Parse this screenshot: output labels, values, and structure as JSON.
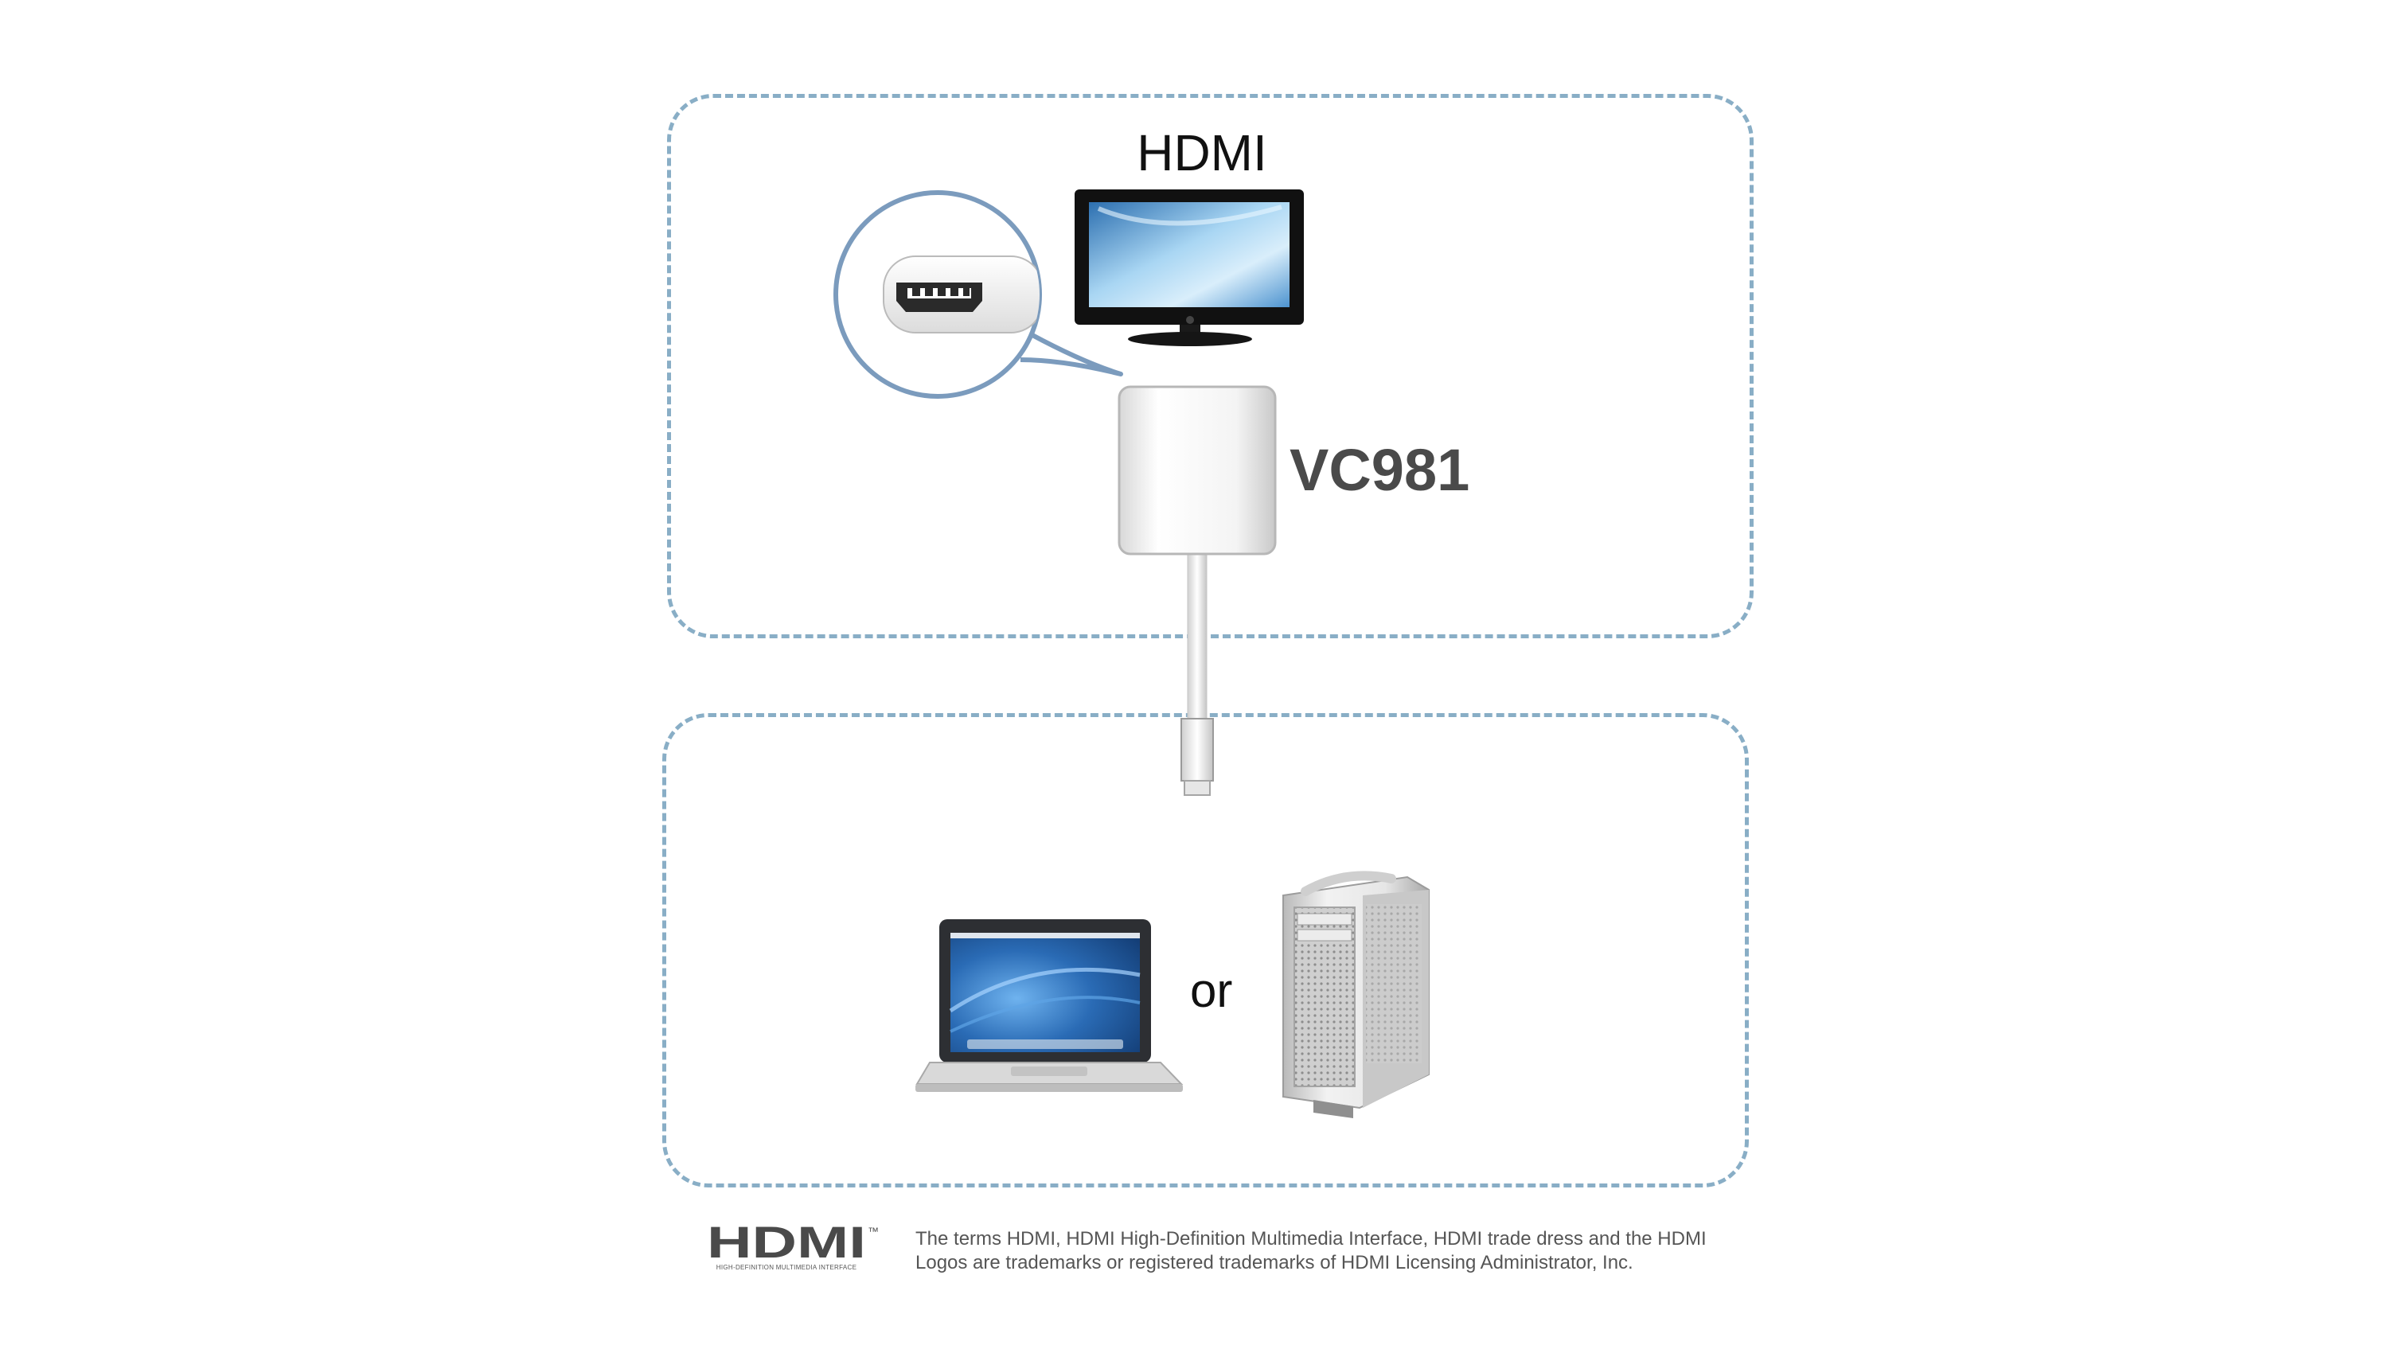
{
  "labels": {
    "port_type": "HDMI",
    "product_model": "VC981",
    "separator": "or"
  },
  "footer": {
    "logo_text": "HDMI",
    "logo_trademark": "™",
    "logo_subtitle": "HIGH-DEFINITION MULTIMEDIA INTERFACE",
    "notice_line1": "The terms HDMI, HDMI High-Definition Multimedia Interface, HDMI trade dress and the HDMI",
    "notice_line2": "Logos are trademarks or registered trademarks of HDMI Licensing Administrator, Inc."
  },
  "colors": {
    "dashed_border": "#89aec6",
    "callout_border": "#7b9bbd",
    "tv_screen": "#7fbbe6",
    "laptop_screen": "#2f6fb8"
  },
  "icons": [
    "hdmi-port-icon",
    "tv-monitor-icon",
    "adapter-icon",
    "laptop-icon",
    "desktop-tower-icon"
  ]
}
